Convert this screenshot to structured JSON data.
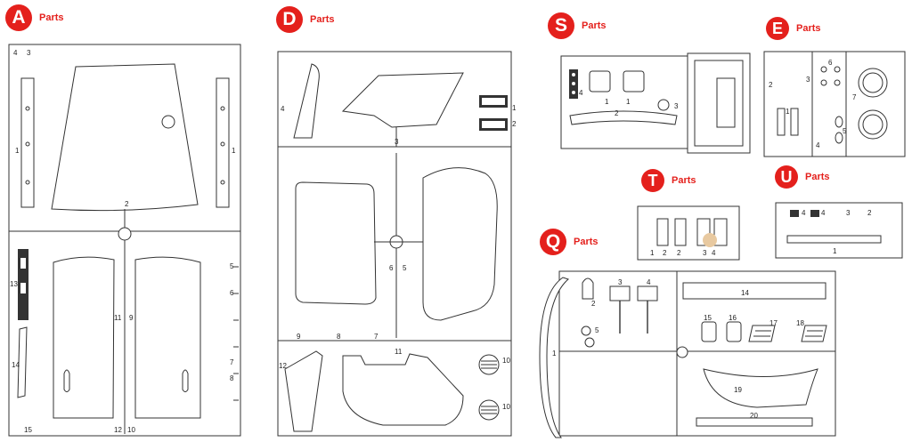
{
  "parts_word": "Parts",
  "sections": {
    "A": {
      "letter": "A"
    },
    "D": {
      "letter": "D"
    },
    "S": {
      "letter": "S"
    },
    "E": {
      "letter": "E"
    },
    "T": {
      "letter": "T"
    },
    "U": {
      "letter": "U"
    },
    "Q": {
      "letter": "Q"
    }
  },
  "labels": {
    "a_4": "4",
    "a_3": "3",
    "a_1l": "1",
    "a_1r": "1",
    "a_2": "2",
    "a_13": "13",
    "a_14": "14",
    "a_11": "11",
    "a_9": "9",
    "a_5": "5",
    "a_6": "6",
    "a_7": "7",
    "a_8": "8",
    "a_15": "15",
    "a_12": "12",
    "a_10": "10",
    "d_4": "4",
    "d_1": "1",
    "d_2": "2",
    "d_3": "3",
    "d_6": "6",
    "d_5": "5",
    "d_9": "9",
    "d_8": "8",
    "d_7": "7",
    "d_11": "11",
    "d_12": "12",
    "d_10a": "10",
    "d_10b": "10",
    "s_4": "4",
    "s_1a": "1",
    "s_1b": "1",
    "s_2": "2",
    "s_3": "3",
    "e_2": "2",
    "e_6": "6",
    "e_3": "3",
    "e_7": "7",
    "e_1": "1",
    "e_4": "4",
    "e_5": "5",
    "t_1": "1",
    "t_2a": "2",
    "t_2b": "2",
    "t_3": "3",
    "t_4": "4",
    "u_4": "4",
    "u_4b": "4",
    "u_3": "3",
    "u_2": "2",
    "u_1": "1",
    "q_1": "1",
    "q_2": "2",
    "q_3": "3",
    "q_4": "4",
    "q_5": "5",
    "q_14": "14",
    "q_15": "15",
    "q_16": "16",
    "q_17": "17",
    "q_18": "18",
    "q_19": "19",
    "q_20": "20"
  },
  "colors": {
    "accent": "#e4201c",
    "line": "#333333"
  }
}
